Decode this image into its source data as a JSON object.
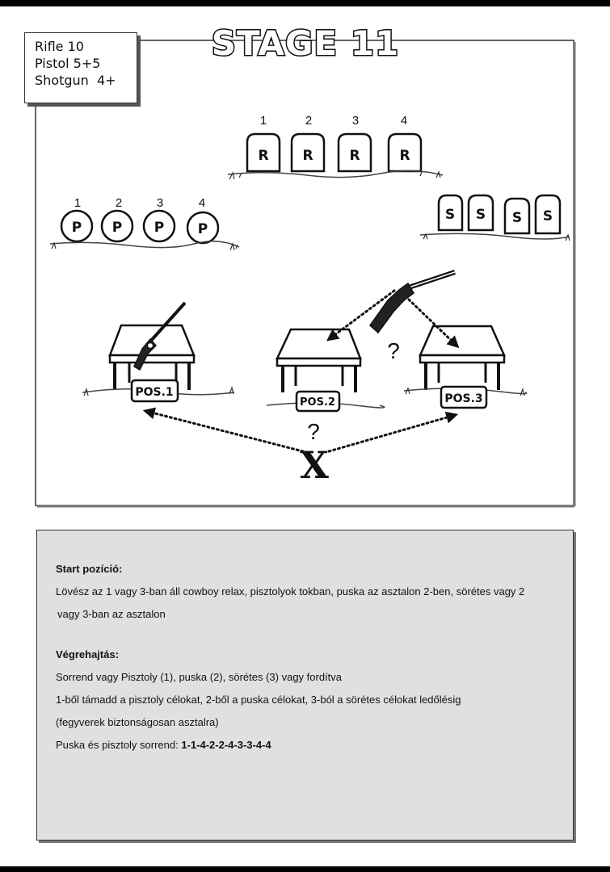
{
  "stage_title": "STAGE 11",
  "info": {
    "rifle": "Rifle 10",
    "pistol": "Pistol 5+5",
    "shotgun": "Shotgun  4+"
  },
  "rifle_targets": {
    "numbers": [
      "1",
      "2",
      "3",
      "4"
    ],
    "letter": "R"
  },
  "pistol_targets": {
    "numbers": [
      "1",
      "2",
      "3",
      "4"
    ],
    "letter": "P"
  },
  "shotgun_targets": {
    "letter": "S"
  },
  "positions": [
    "POS.1",
    "POS.2",
    "POS.3"
  ],
  "question_mark": "?",
  "start_mark": "X",
  "text": {
    "start_heading": "Start pozíció:",
    "start_line1": "Lövész az 1 vagy 3-ban áll cowboy relax, pisztolyok tokban, puska az asztalon 2-ben, sörétes vagy 2",
    "start_line2": "vagy 3-ban az asztalon",
    "exec_heading": "Végrehajtás:",
    "exec_line1": "Sorrend vagy Pisztoly (1), puska (2), sörétes (3) vagy fordítva",
    "exec_line2": "1-ből támadd a pisztoly célokat, 2-ből a puska célokat, 3-ból a sörétes célokat ledőlésig",
    "exec_line3": "(fegyverek biztonságosan asztalra)",
    "exec_line4_prefix": "Puska és pisztoly sorrend: ",
    "exec_line4_bold": "1-1-4-2-2-4-3-3-4-4"
  }
}
